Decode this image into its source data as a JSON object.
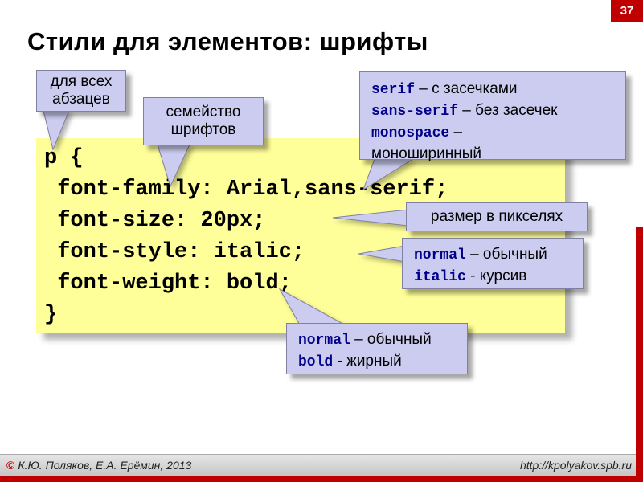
{
  "slide": {
    "number": "37",
    "title": "Стили для элементов: шрифты"
  },
  "code": {
    "lines": [
      "p {",
      " font-family: Arial,sans-serif;",
      " font-size: 20px;",
      " font-style: italic;",
      " font-weight: bold;",
      "}"
    ]
  },
  "callouts": {
    "for_all_paragraphs": "для всех абзацев",
    "font_family": "семейство шрифтов",
    "serif_info": {
      "line1_kw": "serif",
      "line1_rest": " – с засечками",
      "line2_kw": "sans-serif",
      "line2_rest": " – без засечек",
      "line3_kw": "monospace",
      "line3_rest": " –",
      "line4": "моноширинный"
    },
    "size": "размер в пикселях",
    "style_info": {
      "line1_kw": "normal",
      "line1_rest": " – обычный",
      "line2_kw": "italic",
      "line2_rest": " - курсив"
    },
    "weight_info": {
      "line1_kw": "normal",
      "line1_rest": " – обычный",
      "line2_kw": "bold",
      "line2_rest": " - жирный"
    }
  },
  "footer": {
    "copyright": "©",
    "left": "К.Ю. Поляков, Е.А. Ерёмин, 2013",
    "right": "http://kpolyakov.spb.ru"
  },
  "colors": {
    "accent_red": "#c00000",
    "code_bg": "#ffff99",
    "callout_bg": "#ccccf0",
    "keyword_navy": "#00008b",
    "footer_bg": "#d4d4d4"
  }
}
